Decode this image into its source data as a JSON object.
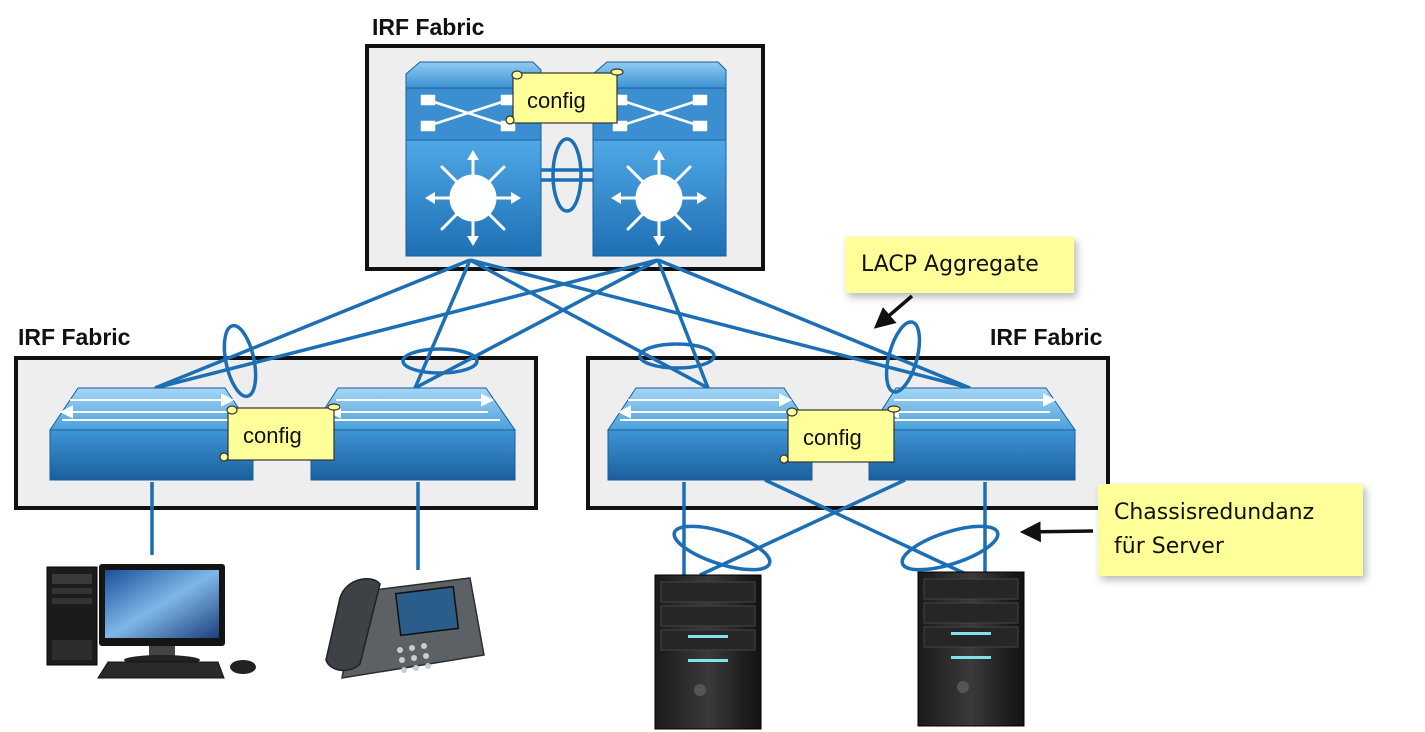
{
  "fabrics": {
    "top": {
      "label": "IRF Fabric"
    },
    "left": {
      "label": "IRF Fabric"
    },
    "right": {
      "label": "IRF Fabric"
    }
  },
  "config_label": "config",
  "callouts": {
    "lacp": "LACP Aggregate",
    "redundancy_line1": "Chassisredundanz",
    "redundancy_line2": "für Server"
  },
  "icons": [
    "core-switch-icon",
    "access-switch-icon",
    "desktop-pc-icon",
    "ip-phone-icon",
    "server-icon",
    "config-scroll-icon",
    "link-aggregation-ring-icon"
  ],
  "colors": {
    "link": "#1d6fb5",
    "device_blue": "#2a7fc4",
    "note_fill": "#ffff99",
    "fabric_box_fill": "#eeeeee"
  }
}
